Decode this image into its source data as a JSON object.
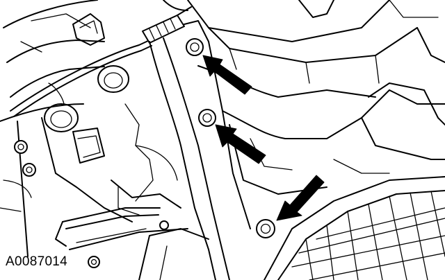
{
  "figure": {
    "id_label": "A0087014",
    "subject": "engine-mount-bracket-bolts",
    "callout_count": 3,
    "stroke_color": "#000000",
    "background_color": "#ffffff"
  }
}
